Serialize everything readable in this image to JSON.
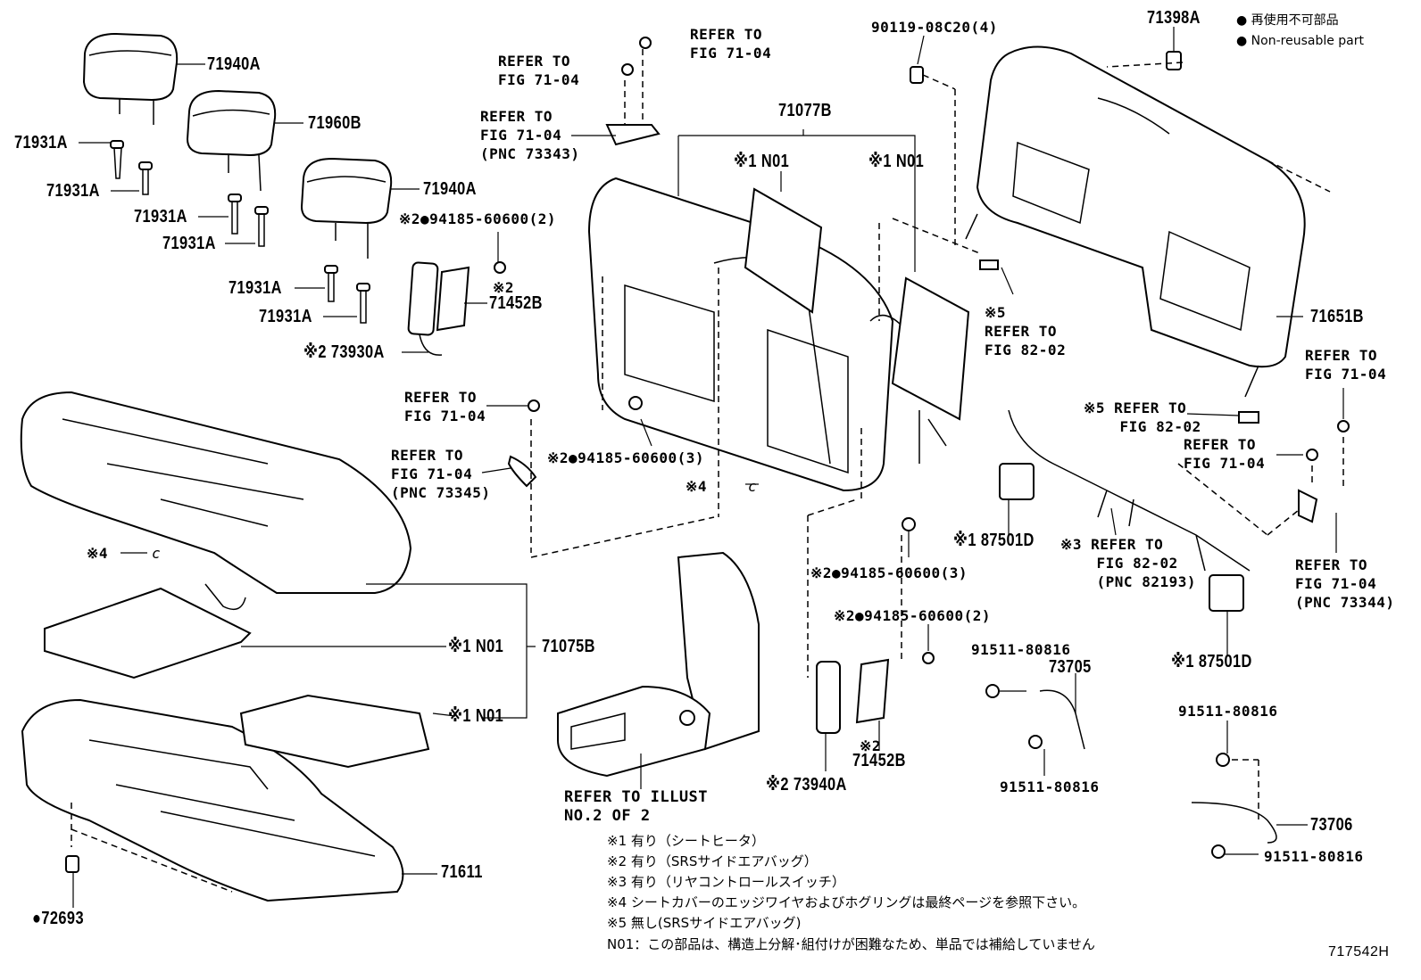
{
  "legend": {
    "jp": "再使用不可部品",
    "en": "Non-reusable part"
  },
  "diagram_id": "717542H",
  "labels": {
    "p71940A_1": "71940A",
    "p71960B": "71960B",
    "p71940A_2": "71940A",
    "p71931A_1": "71931A",
    "p71931A_2": "71931A",
    "p71931A_3": "71931A",
    "p71931A_4": "71931A",
    "p71931A_5": "71931A",
    "p71931A_6": "71931A",
    "ref_top1": "REFER TO\nFIG 71-04",
    "ref_top2": "REFER TO\nFIG 71-04",
    "ref_73343": "REFER TO\nFIG 71-04\n(PNC 73343)",
    "s2_94185_2a": "※2●94185-60600(2)",
    "s2_a": "※2",
    "p71452B_1": "71452B",
    "s2_73930A": "※2 73930A",
    "p71077B": "71077B",
    "s1_N01_a": "※1 N01",
    "s1_N01_b": "※1 N01",
    "p90119": "90119-08C20(4)",
    "p71398A": "71398A",
    "s5_ref_8202_a": "※5\nREFER TO\nFIG 82-02",
    "p71651B": "71651B",
    "ref_right1": "REFER TO\nFIG 71-04",
    "s5_ref_8202_b": "※5 REFER TO\n    FIG 82-02",
    "ref_right2": "REFER TO\nFIG 71-04",
    "ref_71_04_mid": "REFER TO\nFIG 71-04",
    "ref_73345": "REFER TO\nFIG 71-04\n(PNC 73345)",
    "s2_94185_3a": "※2●94185-60600(3)",
    "s4_c_a": "※4",
    "s4_c_b": "※4",
    "c_a": "c",
    "c_b": "c",
    "s1_87501D_a": "※1 87501D",
    "s3_ref_8202": "※3 REFER TO\n    FIG 82-02\n    (PNC 82193)",
    "ref_73344": "REFER TO\nFIG 71-04\n(PNC 73344)",
    "s1_87501D_b": "※1 87501D",
    "s2_94185_3b": "※2●94185-60600(3)",
    "s2_94185_2b": "※2●94185-60600(2)",
    "s1_N01_c": "※1 N01",
    "p71075B": "71075B",
    "s1_N01_d": "※1 N01",
    "p91511_a": "91511-80816",
    "p73705": "73705",
    "p91511_b": "91511-80816",
    "p91511_c": "91511-80816",
    "p73706": "73706",
    "p91511_d": "91511-80816",
    "ref_illust": "REFER TO ILLUST\nNO.2 OF 2",
    "s2_b": "※2",
    "p71452B_2": "71452B",
    "s2_73940A": "※2 73940A",
    "p71611": "71611",
    "p72693": "●72693"
  },
  "notes": [
    "※1  有り（シートヒータ）",
    "※2  有り（SRSサイドエアバッグ）",
    "※3  有り（リヤコントロールスイッチ）",
    "※4  シートカバーのエッジワイヤおよびホグリングは最終ページを参照下さい。",
    "※5  無し(SRSサイドエアバッグ)",
    "N01：この部品は、構造上分解･組付けが困難なため、単品では補給していません"
  ]
}
